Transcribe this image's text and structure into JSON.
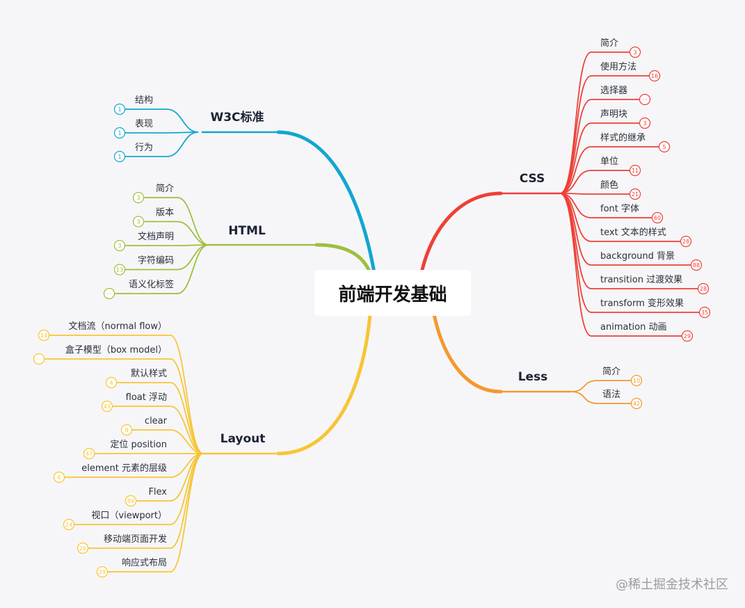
{
  "root": {
    "label": "前端开发基础"
  },
  "branches": [
    {
      "key": "w3c",
      "label": "W3C标准",
      "color": "#12a6d0",
      "children": [
        {
          "label": "结构",
          "badge": "1"
        },
        {
          "label": "表现",
          "badge": "1"
        },
        {
          "label": "行为",
          "badge": "1"
        }
      ]
    },
    {
      "key": "html",
      "label": "HTML",
      "color": "#9dbf3e",
      "children": [
        {
          "label": "简介",
          "badge": "3"
        },
        {
          "label": "版本",
          "badge": "3"
        },
        {
          "label": "文档声明",
          "badge": "3"
        },
        {
          "label": "字符编码",
          "badge": "13"
        },
        {
          "label": "语义化标签",
          "badge": "···"
        }
      ]
    },
    {
      "key": "layout",
      "label": "Layout",
      "color": "#f7c535",
      "children": [
        {
          "label": "文档流（normal flow）",
          "badge": "14"
        },
        {
          "label": "盒子模型（box model）",
          "badge": "···"
        },
        {
          "label": "默认样式",
          "badge": "4"
        },
        {
          "label": "float 浮动",
          "badge": "43"
        },
        {
          "label": "clear",
          "badge": "8"
        },
        {
          "label": "定位 position",
          "badge": "47"
        },
        {
          "label": "element 元素的层级",
          "badge": "6"
        },
        {
          "label": "Flex",
          "badge": "89"
        },
        {
          "label": "视口（viewport）",
          "badge": "24"
        },
        {
          "label": "移动端页面开发",
          "badge": "26"
        },
        {
          "label": "响应式布局",
          "badge": "29"
        }
      ]
    },
    {
      "key": "css",
      "label": "CSS",
      "color": "#ee4036",
      "children": [
        {
          "label": "简介",
          "badge": "3"
        },
        {
          "label": "使用方法",
          "badge": "16"
        },
        {
          "label": "选择器",
          "badge": "···"
        },
        {
          "label": "声明块",
          "badge": "3"
        },
        {
          "label": "样式的继承",
          "badge": "5"
        },
        {
          "label": "单位",
          "badge": "11"
        },
        {
          "label": "颜色",
          "badge": "21"
        },
        {
          "label": "font 字体",
          "badge": "60"
        },
        {
          "label": "text 文本的样式",
          "badge": "28"
        },
        {
          "label": "background 背景",
          "badge": "88"
        },
        {
          "label": "transition 过渡效果",
          "badge": "28"
        },
        {
          "label": "transform 变形效果",
          "badge": "35"
        },
        {
          "label": "animation 动画",
          "badge": "29"
        }
      ]
    },
    {
      "key": "less",
      "label": "Less",
      "color": "#f5982d",
      "children": [
        {
          "label": "简介",
          "badge": "10"
        },
        {
          "label": "语法",
          "badge": "42"
        }
      ]
    }
  ],
  "watermark": "@稀土掘金技术社区"
}
